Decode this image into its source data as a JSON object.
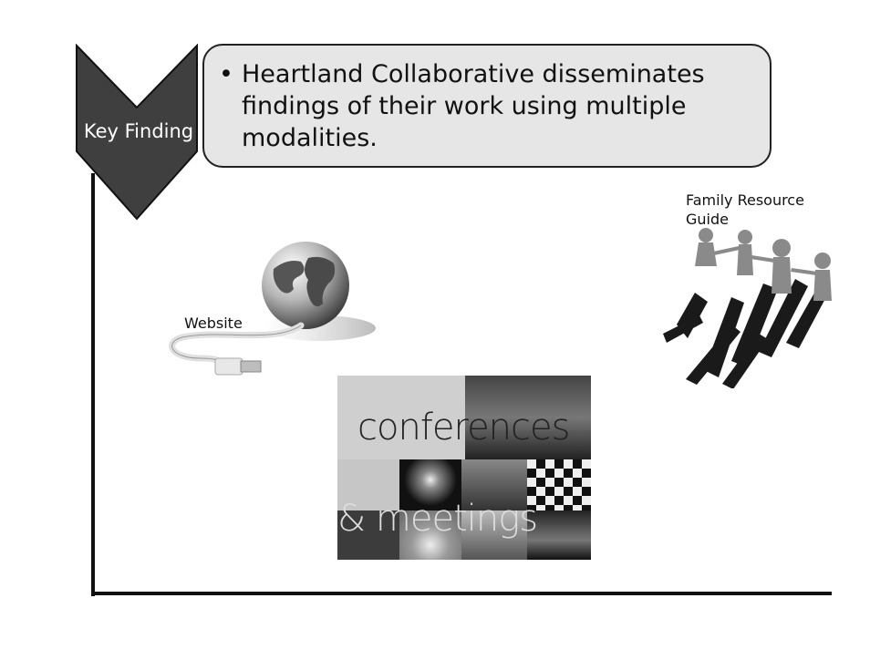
{
  "key_finding": {
    "label": "Key Finding",
    "bullet": "•",
    "text": "Heartland Collaborative disseminates findings of their work using multiple modalities."
  },
  "labels": {
    "website": "Website",
    "family_resource_guide": "Family Resource Guide"
  },
  "collage": {
    "line1": "conferences",
    "line2": "& meetings"
  },
  "colors": {
    "chevron": "#3f3f3f",
    "callout_fill": "#e6e6e6",
    "frame": "#111111"
  }
}
